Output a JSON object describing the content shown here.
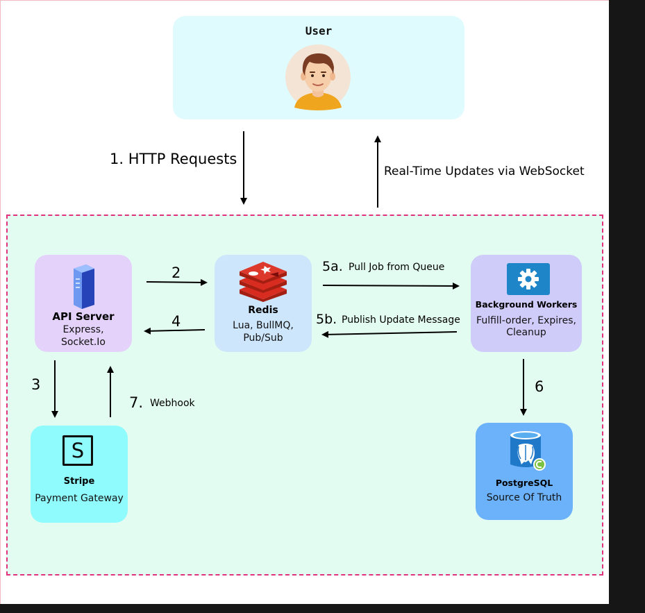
{
  "user": {
    "title": "User"
  },
  "edges": {
    "http_requests": "1. HTTP Requests",
    "realtime_updates": "Real-Time Updates via WebSocket",
    "step2": "2",
    "step4": "4",
    "step3": "3",
    "step6": "6",
    "step7_num": "7.",
    "step7_text": "Webhook",
    "step5a_num": "5a.",
    "step5a_text": "Pull Job from Queue",
    "step5b_num": "5b.",
    "step5b_text": "Publish Update Message"
  },
  "nodes": {
    "api": {
      "title": "API Server",
      "line1": "Express,",
      "line2": "Socket.Io"
    },
    "redis": {
      "title": "Redis",
      "line1": "Lua, BullMQ,",
      "line2": "Pub/Sub"
    },
    "workers": {
      "title": "Background Workers",
      "line1": "Fulfill-order, Expires,",
      "line2": "Cleanup"
    },
    "stripe": {
      "title": "Stripe",
      "line1": "Payment Gateway",
      "logo_letter": "S"
    },
    "postgres": {
      "title": "PostgreSQL",
      "line1": "Source Of Truth"
    }
  },
  "colors": {
    "system_border": "#e0307e",
    "system_fill": "#e3fcf1",
    "user_fill": "#e0fbfd",
    "api_fill": "#e4d2fb",
    "redis_fill": "#cde6fb",
    "workers_fill": "#cfccfa",
    "stripe_fill": "#8ffbfd",
    "postgres_fill": "#6cb2fb"
  },
  "icons": {
    "user": "user-avatar-icon",
    "api": "server-icon",
    "redis": "redis-icon",
    "workers": "gear-icon",
    "stripe": "stripe-icon",
    "postgres": "postgresql-icon"
  }
}
